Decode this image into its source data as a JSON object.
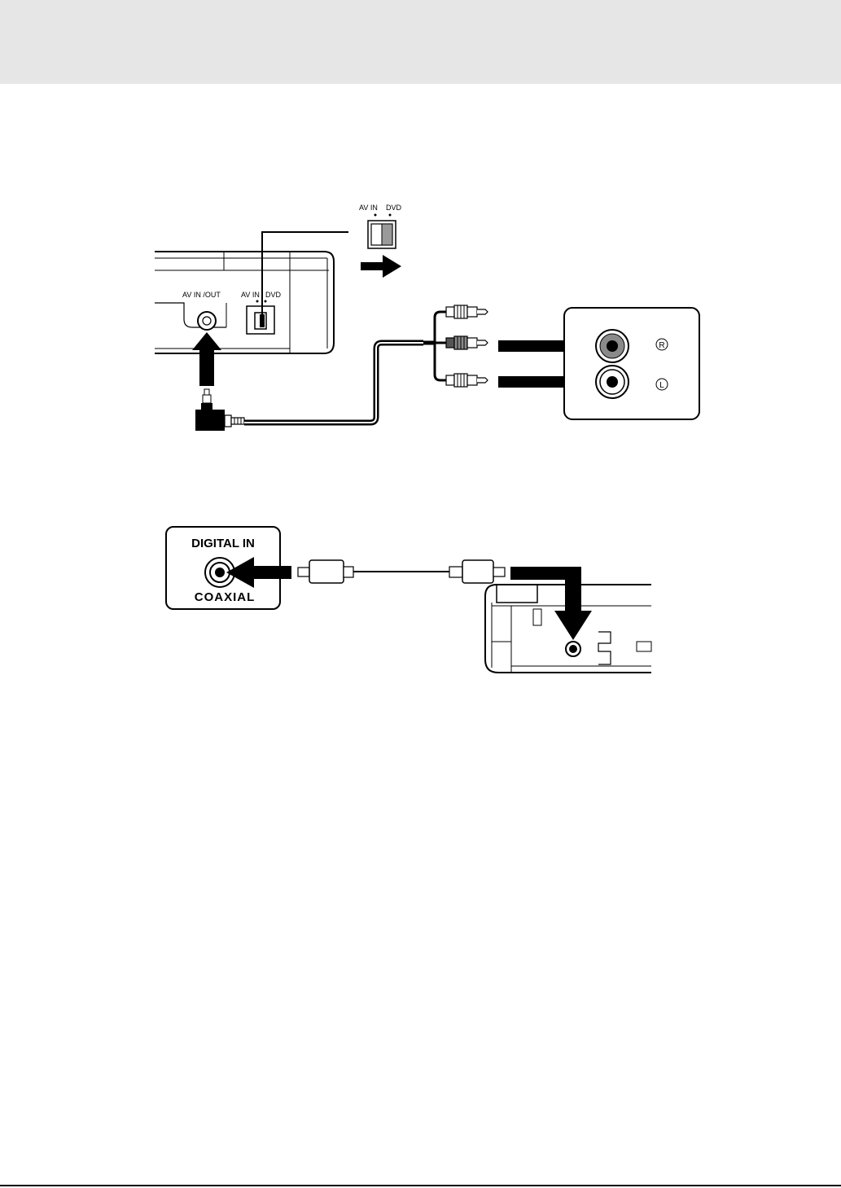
{
  "diagram_top": {
    "switch_callout": {
      "left_label": "AV IN",
      "right_label": "DVD"
    },
    "player": {
      "jack_label": "AV IN /OUT",
      "switch_label_left": "AV IN",
      "switch_label_right": "DVD"
    },
    "receiver": {
      "right_channel": "R",
      "left_channel": "L"
    }
  },
  "diagram_bottom": {
    "input_panel": {
      "title": "DIGITAL IN",
      "subtitle": "COAXIAL"
    }
  }
}
